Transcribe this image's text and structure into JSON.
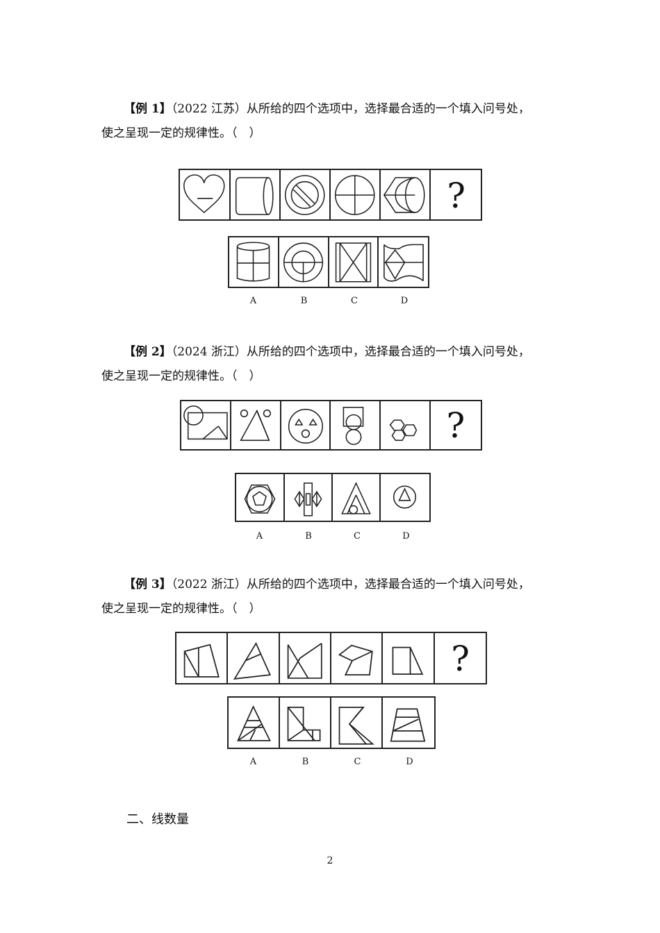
{
  "examples": [
    {
      "tag": "【例 1】",
      "source": "（2022 江苏）",
      "line1_rest": "从所给的四个选项中，选择最合适的一个填入问号处，",
      "line2": "使之呈现一定的规律性。（　）",
      "question_cells": [
        "heart-with-dash",
        "cylinder-side",
        "circle-with-slashed-circle",
        "circle-with-cross",
        "hexagon-with-half-cylinder",
        "?"
      ],
      "option_cells": [
        "cylinder-with-cross",
        "concentric-circles-t",
        "rectangle-with-x",
        "banner-with-diamond"
      ],
      "option_labels": [
        "A",
        "B",
        "C",
        "D"
      ]
    },
    {
      "tag": "【例 2】",
      "source": "（2024 浙江）",
      "line1_rest": "从所给的四个选项中，选择最合适的一个填入问号处，",
      "line2": "使之呈现一定的规律性。（　）",
      "question_cells": [
        "rectangle-circle-envelope",
        "triangle-two-circles",
        "circle-face",
        "square-two-circles",
        "three-hexagons",
        "?"
      ],
      "option_cells": [
        "hexagon-circle-pentagon",
        "bar-with-diamonds",
        "nested-triangles-circle",
        "circle-with-triangle"
      ],
      "option_labels": [
        "A",
        "B",
        "C",
        "D"
      ]
    },
    {
      "tag": "【例 3】",
      "source": "（2022 浙江）",
      "line1_rest": "从所给的四个选项中，选择最合适的一个填入问号处，",
      "line2": "使之呈现一定的规律性。（　）",
      "question_cells": [
        "quadrilateral-split",
        "triangle-split",
        "bowtie-shape",
        "pentagon-split",
        "rect-trapezoid",
        "?"
      ],
      "option_cells": [
        "triangle-subdivided",
        "l-shape-diagonal",
        "chevron-shape",
        "trapezoid-striped"
      ],
      "option_labels": [
        "A",
        "B",
        "C",
        "D"
      ]
    }
  ],
  "section_heading": "二、线数量",
  "page_number": "2",
  "question_mark": "?"
}
